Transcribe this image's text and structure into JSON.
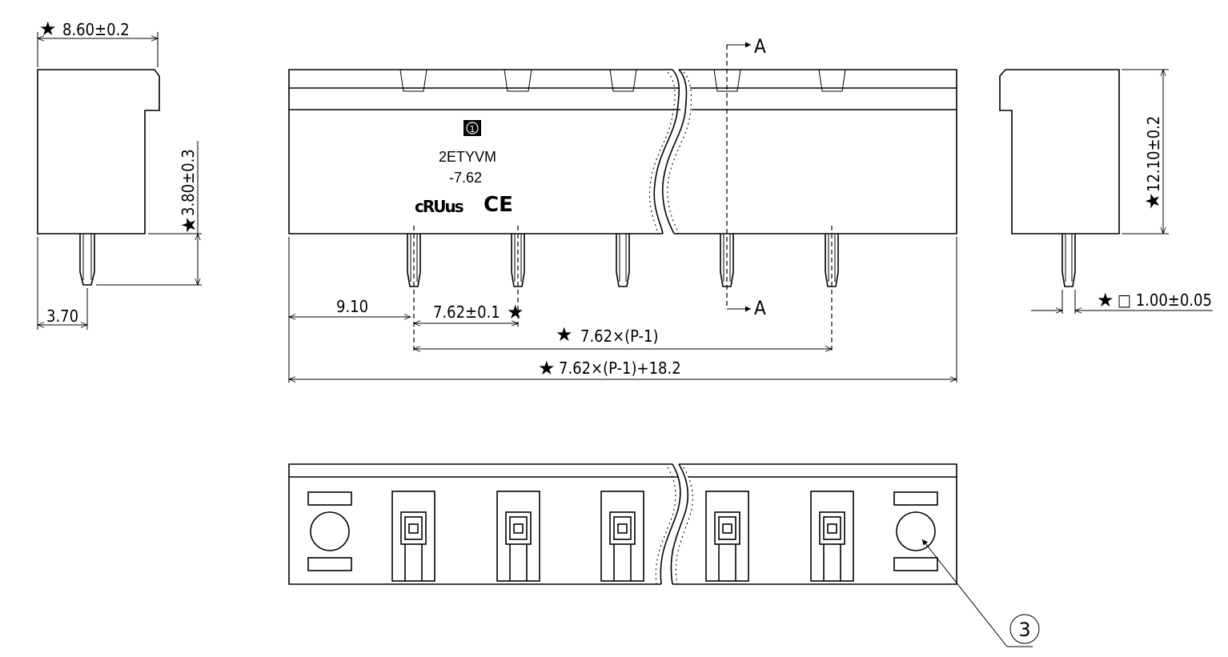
{
  "dimensions": {
    "width_top": "8.60±0.2",
    "pin_height": "3.80±0.3",
    "pin_offset_side": "3.70",
    "edge_to_first_pin": "9.10",
    "pitch": "7.62±0.1",
    "span": "7.62×(P-1)",
    "total_length": "7.62×(P-1)+18.2",
    "height_right": "12.10±0.2",
    "pin_square": "□ 1.00±0.05"
  },
  "markings": {
    "part_line1": "2ETYVM",
    "part_line2": "-7.62",
    "cert_ul": "cRUus",
    "cert_ce": "CE",
    "pin_one_mark": "1"
  },
  "section": {
    "label_top": "A",
    "label_bottom": "A"
  },
  "callout": "③",
  "symbols": {
    "key_dimension": "star-icon"
  }
}
